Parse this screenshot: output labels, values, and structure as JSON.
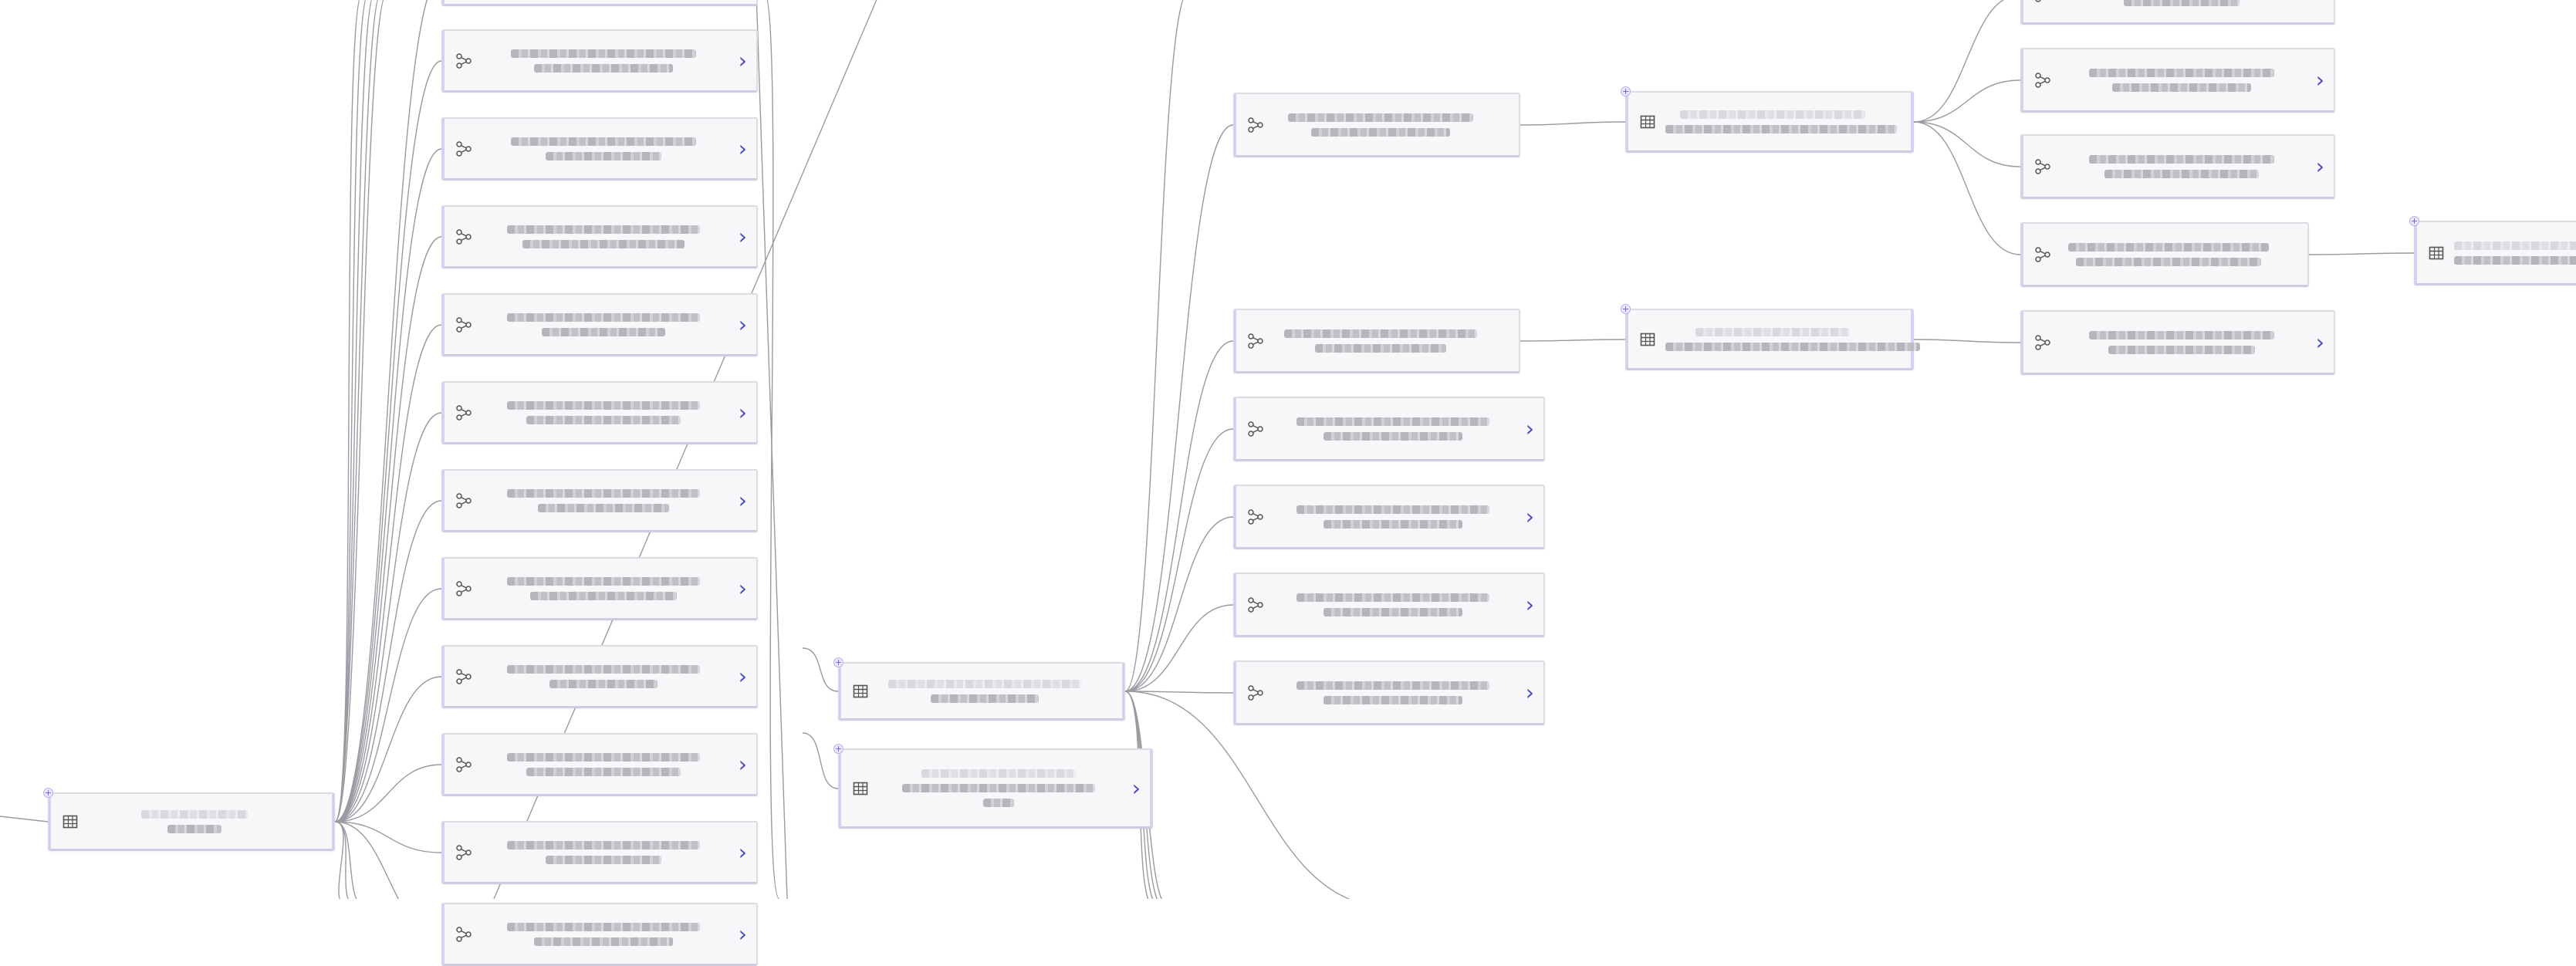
{
  "diagram": {
    "title": "",
    "colors": {
      "edge": "#9a9aa2",
      "node_bg": "#f7f7f9",
      "accent": "#4a4ac0",
      "border_accent": "#d6d1ee"
    },
    "icons": {
      "table": "table-icon",
      "lineage": "lineage-icon",
      "expand": "chevron-right-icon",
      "add": "plus-icon"
    },
    "chevron_glyph": "›",
    "nodes": [
      {
        "name": "source-table-node",
        "kind": "table",
        "expand": false,
        "plus": true
      },
      {
        "name": "downstream-node-1",
        "kind": "lineage",
        "expand": true
      },
      {
        "name": "downstream-node-2",
        "kind": "lineage",
        "expand": true
      },
      {
        "name": "downstream-node-3",
        "kind": "lineage",
        "expand": true
      },
      {
        "name": "downstream-node-4",
        "kind": "lineage",
        "expand": true
      },
      {
        "name": "downstream-node-5",
        "kind": "lineage",
        "expand": true
      },
      {
        "name": "downstream-node-6",
        "kind": "lineage",
        "expand": true
      },
      {
        "name": "downstream-node-7",
        "kind": "lineage",
        "expand": true
      },
      {
        "name": "downstream-node-8",
        "kind": "lineage",
        "expand": true
      },
      {
        "name": "downstream-node-9",
        "kind": "lineage",
        "expand": true
      },
      {
        "name": "downstream-node-10",
        "kind": "lineage",
        "expand": true
      },
      {
        "name": "downstream-node-11",
        "kind": "lineage",
        "expand": true
      },
      {
        "name": "downstream-node-0",
        "kind": "lineage",
        "expand": true
      },
      {
        "name": "mid-table-node",
        "kind": "table",
        "expand": false,
        "plus": true
      },
      {
        "name": "mid-table-node-2",
        "kind": "table",
        "expand": true,
        "plus": true
      },
      {
        "name": "branch-node-1",
        "kind": "lineage",
        "expand": false
      },
      {
        "name": "branch-node-2",
        "kind": "lineage",
        "expand": false
      },
      {
        "name": "branch-node-3",
        "kind": "lineage",
        "expand": true
      },
      {
        "name": "branch-node-4",
        "kind": "lineage",
        "expand": true
      },
      {
        "name": "branch-node-5",
        "kind": "lineage",
        "expand": true
      },
      {
        "name": "branch-node-6",
        "kind": "lineage",
        "expand": true
      },
      {
        "name": "right-table-node-1",
        "kind": "table",
        "expand": false,
        "plus": true
      },
      {
        "name": "right-table-node-2",
        "kind": "table",
        "expand": false,
        "plus": true
      },
      {
        "name": "far-node-0",
        "kind": "lineage",
        "expand": false
      },
      {
        "name": "far-node-1",
        "kind": "lineage",
        "expand": true
      },
      {
        "name": "far-node-2",
        "kind": "lineage",
        "expand": true
      },
      {
        "name": "far-node-3",
        "kind": "lineage",
        "expand": false
      },
      {
        "name": "far-node-4",
        "kind": "lineage",
        "expand": true
      },
      {
        "name": "edge-table-node",
        "kind": "table",
        "expand": false,
        "plus": true
      }
    ]
  }
}
